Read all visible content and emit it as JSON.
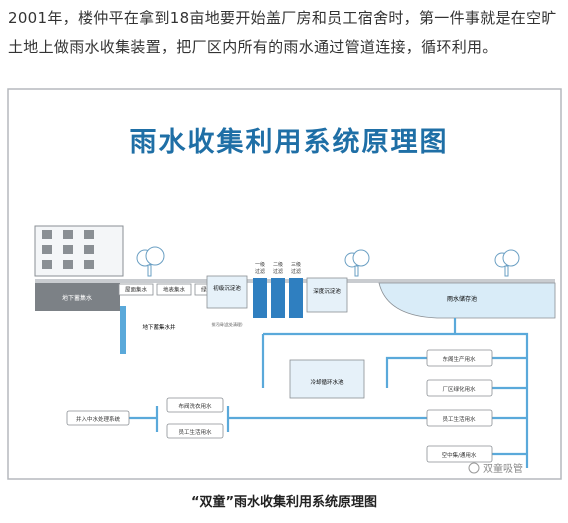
{
  "article": {
    "intro_text": "2001年，楼仲平在拿到18亩地要开始盖厂房和员工宿舍时，第一件事就是在空旷土地上做雨水收集装置，把厂区内所有的雨水通过管道连接，循环利用。",
    "caption": "“双童”雨水收集利用系统原理图"
  },
  "diagram": {
    "title": "雨水收集利用系统原理图",
    "labels": {
      "underground_tank": "地下蓄集水",
      "roof_collect": "屋面集水",
      "ground_collect": "地表集水",
      "green_collect": "绿地集水",
      "primary_settle": "初级沉淀池",
      "filter1": "一级\n过滤",
      "filter2": "二级\n过滤",
      "filter3": "三级\n过滤",
      "deep_settle": "深度沉淀池",
      "storage_pool": "雨水储存池",
      "well": "地下蓄集水井",
      "valve_note": "排污阀(此处清理)",
      "cooling_pool": "冷却循环水池",
      "east_prod": "东阁生产用水",
      "greening": "厂区绿化用水",
      "staff_life": "员工生活用水",
      "ac_cooling": "空中集/通用水",
      "laundry": "布阀洗衣用水",
      "staff_life2": "员工生活用水",
      "grey_water": "并入中水处理系统"
    },
    "watermark": "双童吸管"
  },
  "colors": {
    "title_blue": "#1f6fa6",
    "pipe_blue": "#5aa9da",
    "border_grey": "#9aa0a6"
  }
}
